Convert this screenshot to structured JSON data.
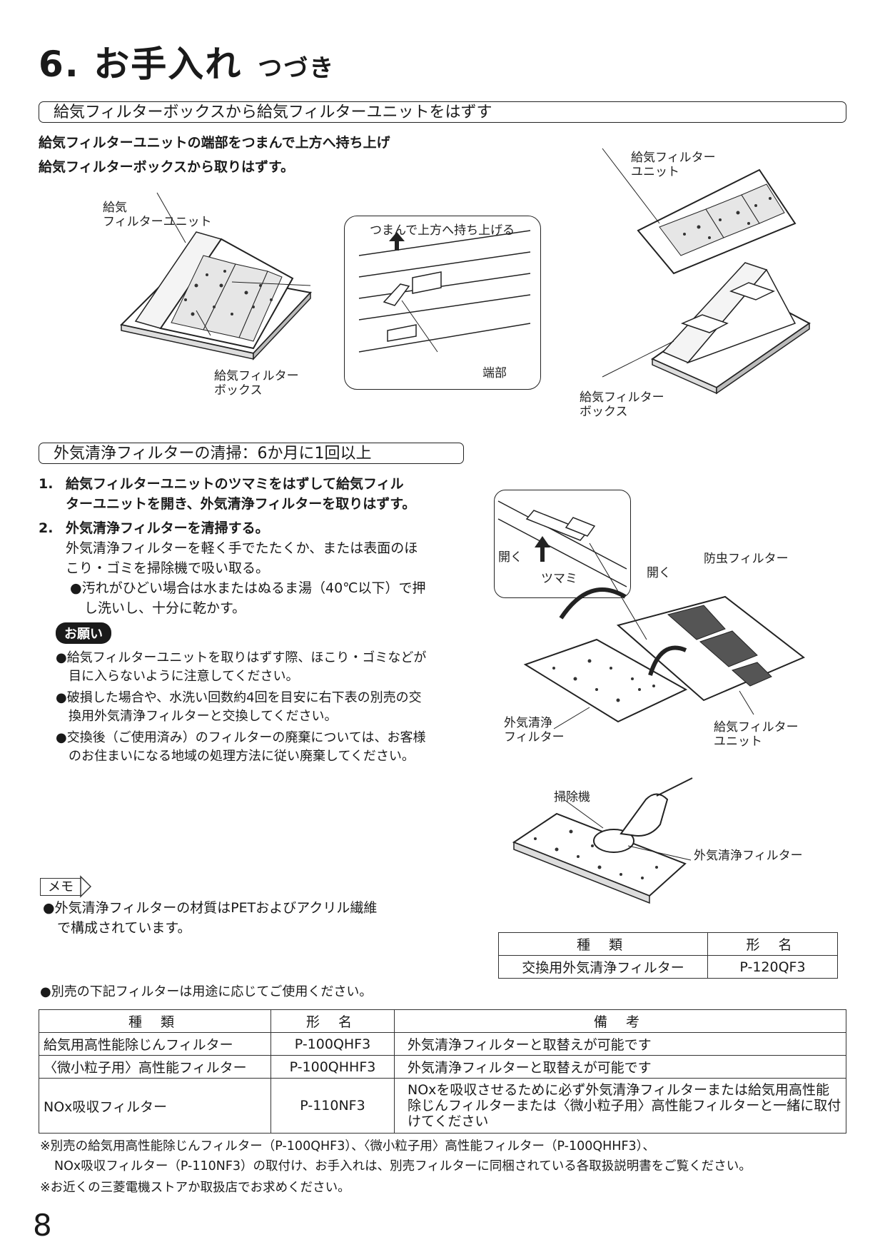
{
  "page": {
    "title": "6. お手入れ",
    "title_sub": "つづき",
    "page_number": "8"
  },
  "section1": {
    "heading": "給気フィルターボックスから給気フィルターユニットをはずす",
    "line1": "給気フィルターユニットの端部をつまんで上方へ持ち上げ",
    "line2": "給気フィルターボックスから取りはずす。",
    "fig1_unit_label_a": "給気",
    "fig1_unit_label_b": "フィルターユニット",
    "fig1_box_label_a": "給気フィルター",
    "fig1_box_label_b": "ボックス",
    "fig2_caption": "つまんで上方へ持ち上げる",
    "fig2_end_label": "端部",
    "fig3_unit_label_a": "給気フィルター",
    "fig3_unit_label_b": "ユニット",
    "fig3_box_label_a": "給気フィルター",
    "fig3_box_label_b": "ボックス"
  },
  "section2": {
    "heading": "外気清浄フィルターの清掃：6か月に1回以上",
    "step1_num": "1.",
    "step1_line1": "給気フィルターユニットのツマミをはずして給気フィル",
    "step1_line2": "ターユニットを開き、外気清浄フィルターを取りはずす。",
    "step2_num": "2.",
    "step2_line1": "外気清浄フィルターを清掃する。",
    "step2_line2": "外気清浄フィルターを軽く手でたたくか、または表面のほ",
    "step2_line3": "こり・ゴミを掃除機で吸い取る。",
    "bullet1_line1": "●汚れがひどい場合は水またはぬるま湯（40℃以下）で押",
    "bullet1_line2": "し洗いし、十分に乾かす。",
    "request_label": "お願い",
    "req1_line1": "●給気フィルターユニットを取りはずす際、ほこり・ゴミなどが",
    "req1_line2": "目に入らないように注意してください。",
    "req2_line1": "●破損した場合や、水洗い回数約4回を目安に右下表の別売の交",
    "req2_line2": "換用外気清浄フィルターと交換してください。",
    "req3_line1": "●交換後（ご使用済み）のフィルターの廃棄については、お客様",
    "req3_line2": "のお住まいになる地域の処理方法に従い廃棄してください。",
    "fig_open1": "開く",
    "fig_knob": "ツマミ",
    "fig_open2": "開く",
    "fig_insect": "防虫フィルター",
    "fig_clean_a": "外気清浄",
    "fig_clean_b": "フィルター",
    "fig_unit_a": "給気フィルター",
    "fig_unit_b": "ユニット",
    "fig_vacuum": "掃除機",
    "fig_clean_filter": "外気清浄フィルター",
    "memo_label": "メモ",
    "memo_line1": "●外気清浄フィルターの材質はPETおよびアクリル繊維",
    "memo_line2": "で構成されています。"
  },
  "small_table": {
    "header_kind": "種 類",
    "header_model": "形 名",
    "row_kind": "交換用外気清浄フィルター",
    "row_model": "P-120QF3"
  },
  "options": {
    "intro": "●別売の下記フィルターは用途に応じてご使用ください。",
    "header_kind": "種 類",
    "header_model": "形 名",
    "header_note": "備 考",
    "rows": [
      {
        "kind": "給気用高性能除じんフィルター",
        "model": "P-100QHF3",
        "note": "外気清浄フィルターと取替えが可能です"
      },
      {
        "kind": "〈微小粒子用〉高性能フィルター",
        "model": "P-100QHHF3",
        "note": "外気清浄フィルターと取替えが可能です"
      },
      {
        "kind": "NOx吸収フィルター",
        "model": "P-110NF3",
        "note": "NOxを吸収させるために必ず外気清浄フィルターまたは給気用高性能除じんフィルターまたは〈微小粒子用〉高性能フィルターと一緒に取付けてください"
      }
    ],
    "footnote1_line1": "※別売の給気用高性能除じんフィルター（P-100QHF3）、〈微小粒子用〉高性能フィルター（P-100QHHF3）、",
    "footnote1_line2": "NOx吸収フィルター（P-110NF3）の取付け、お手入れは、別売フィルターに同梱されている各取扱説明書をご覧ください。",
    "footnote2": "※お近くの三菱電機ストアか取扱店でお求めください。"
  }
}
